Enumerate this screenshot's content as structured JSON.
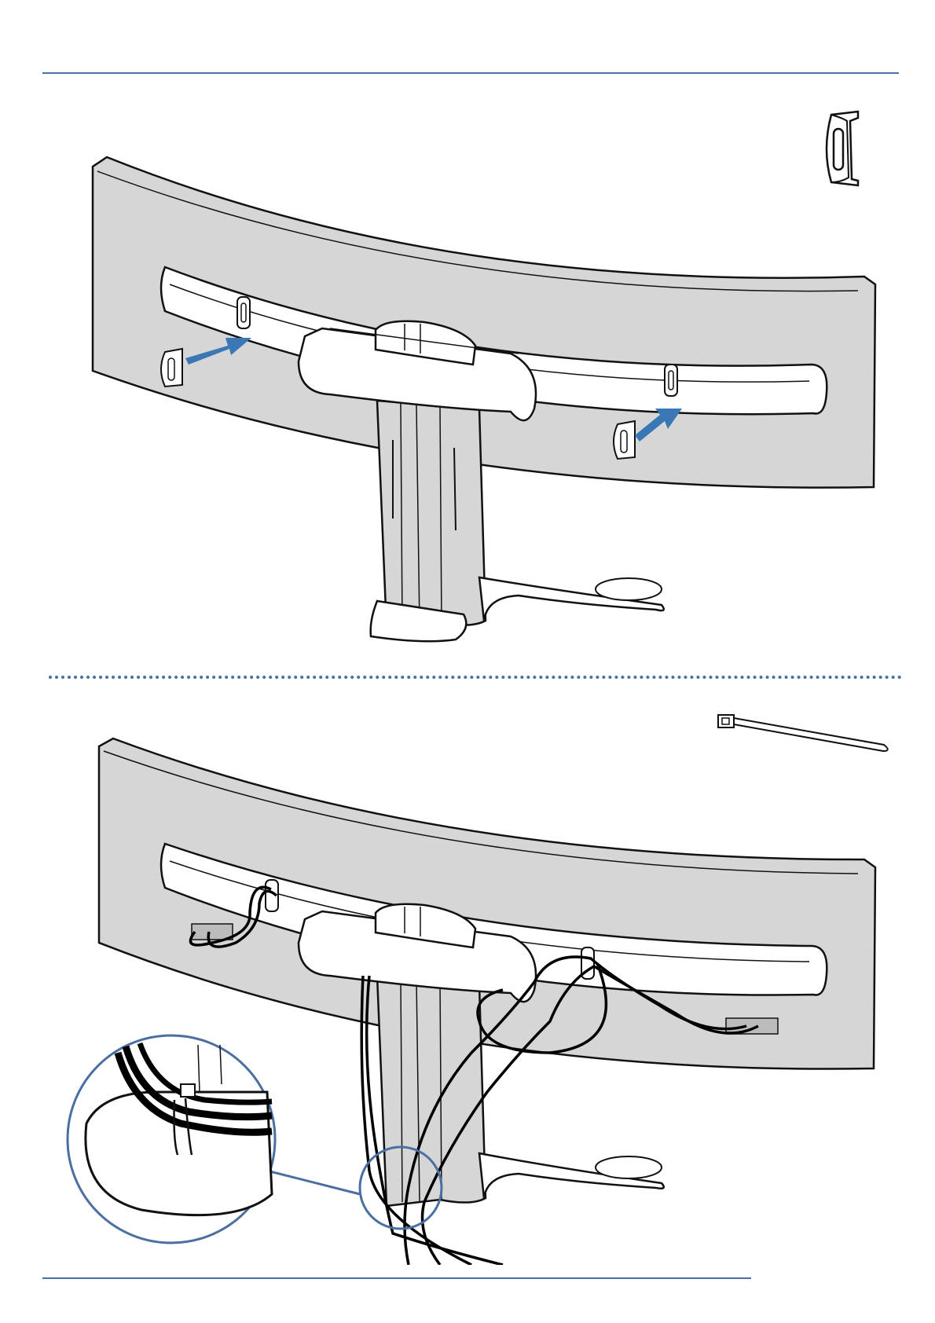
{
  "colors": {
    "rule": "#4a6fa0",
    "arrow": "#3a78b5",
    "monitor_back": "#d6d6d6",
    "outline": "#111111",
    "cable": "#000000",
    "callout": "#4a6fa0"
  },
  "steps": [
    {
      "id": 1,
      "part_icon": "cable-clip-icon",
      "arrows": 2,
      "action": "attach-cable-clips"
    },
    {
      "id": 2,
      "part_icon": "cable-tie-icon",
      "callout": "magnified-cable-tie-detail",
      "action": "route-and-tie-cables"
    }
  ]
}
